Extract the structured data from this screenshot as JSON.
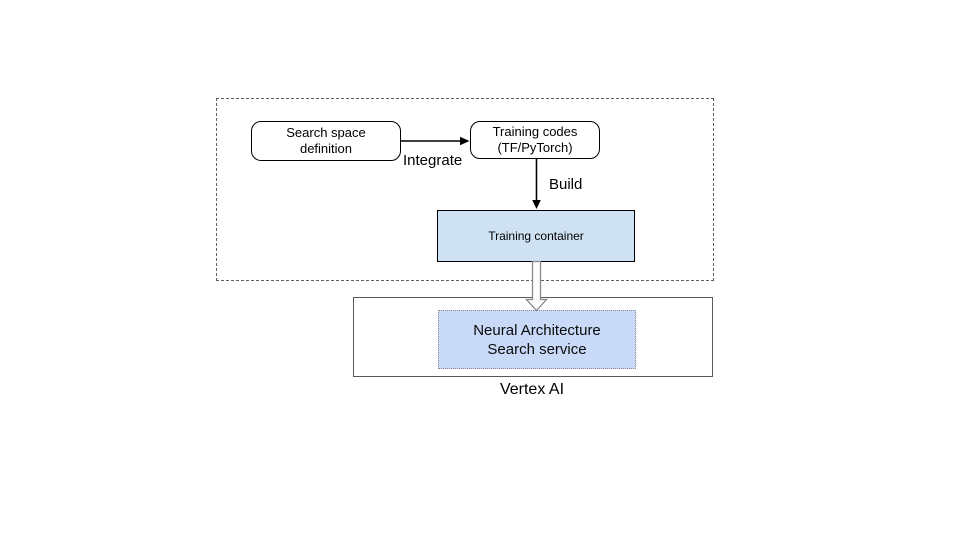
{
  "diagram": {
    "nodes": {
      "search_space": {
        "line1": "Search space",
        "line2": "definition"
      },
      "training_codes": {
        "line1": "Training codes",
        "line2": "(TF/PyTorch)"
      },
      "training_container": {
        "label": "Training container"
      },
      "nas_service": {
        "line1": "Neural Architecture",
        "line2": "Search service"
      }
    },
    "edge_labels": {
      "integrate": "Integrate",
      "build": "Build"
    },
    "group_labels": {
      "vertex_ai": "Vertex AI"
    },
    "colors": {
      "training_container_fill": "#cfe2f3",
      "nas_service_fill": "#c9daf8",
      "node_border": "#000000",
      "group_border": "#595959",
      "dashed_group_border": "#5f5f5f",
      "nas_dotted_border": "#8c8c8c",
      "hollow_arrow_stroke": "#8a8a8a",
      "hollow_arrow_fill": "#fdfdfd"
    }
  }
}
